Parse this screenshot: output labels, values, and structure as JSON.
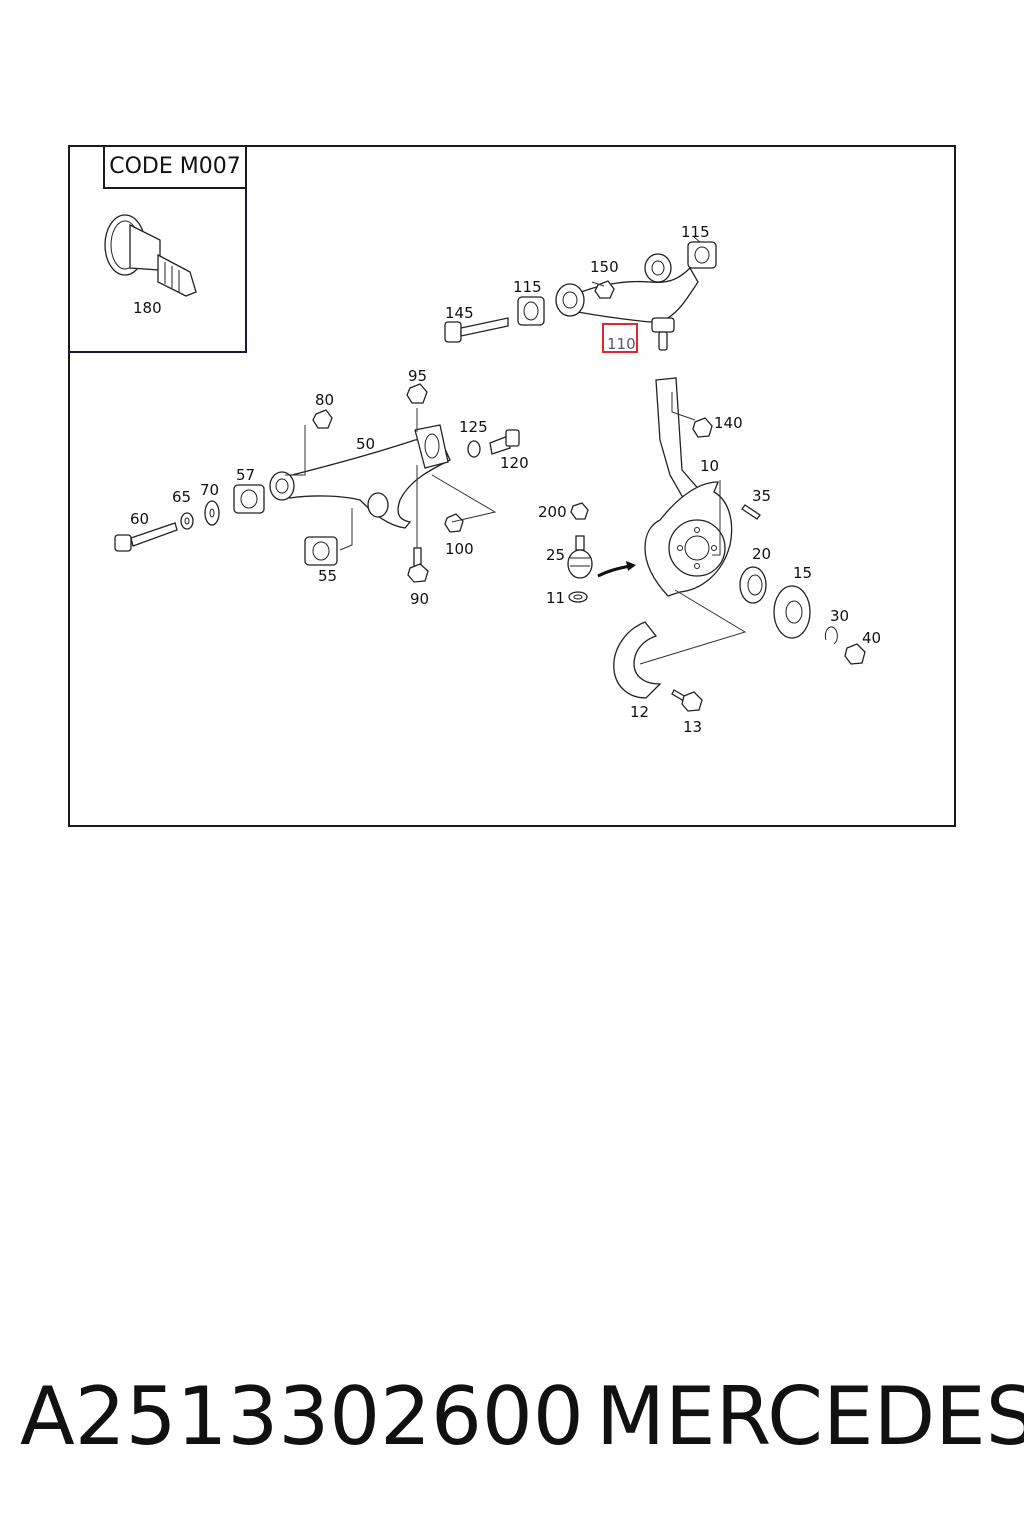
{
  "diagram": {
    "code_label": "CODE M007",
    "callouts": {
      "c180": "180",
      "c145": "145",
      "c115a": "115",
      "c150": "150",
      "c115b": "115",
      "c110": "110",
      "c95": "95",
      "c80": "80",
      "c50": "50",
      "c125": "125",
      "c120": "120",
      "c57": "57",
      "c65": "65",
      "c70": "70",
      "c60": "60",
      "c100": "100",
      "c55": "55",
      "c90": "90",
      "c140": "140",
      "c10": "10",
      "c35": "35",
      "c200": "200",
      "c25": "25",
      "c11": "11",
      "c20": "20",
      "c15": "15",
      "c30": "30",
      "c40": "40",
      "c12": "12",
      "c13": "13"
    },
    "highlighted_callout": "110",
    "highlight_color": "#e0282e"
  },
  "footer": {
    "part_number": "A2513302600",
    "brand": "MERCEDES"
  }
}
